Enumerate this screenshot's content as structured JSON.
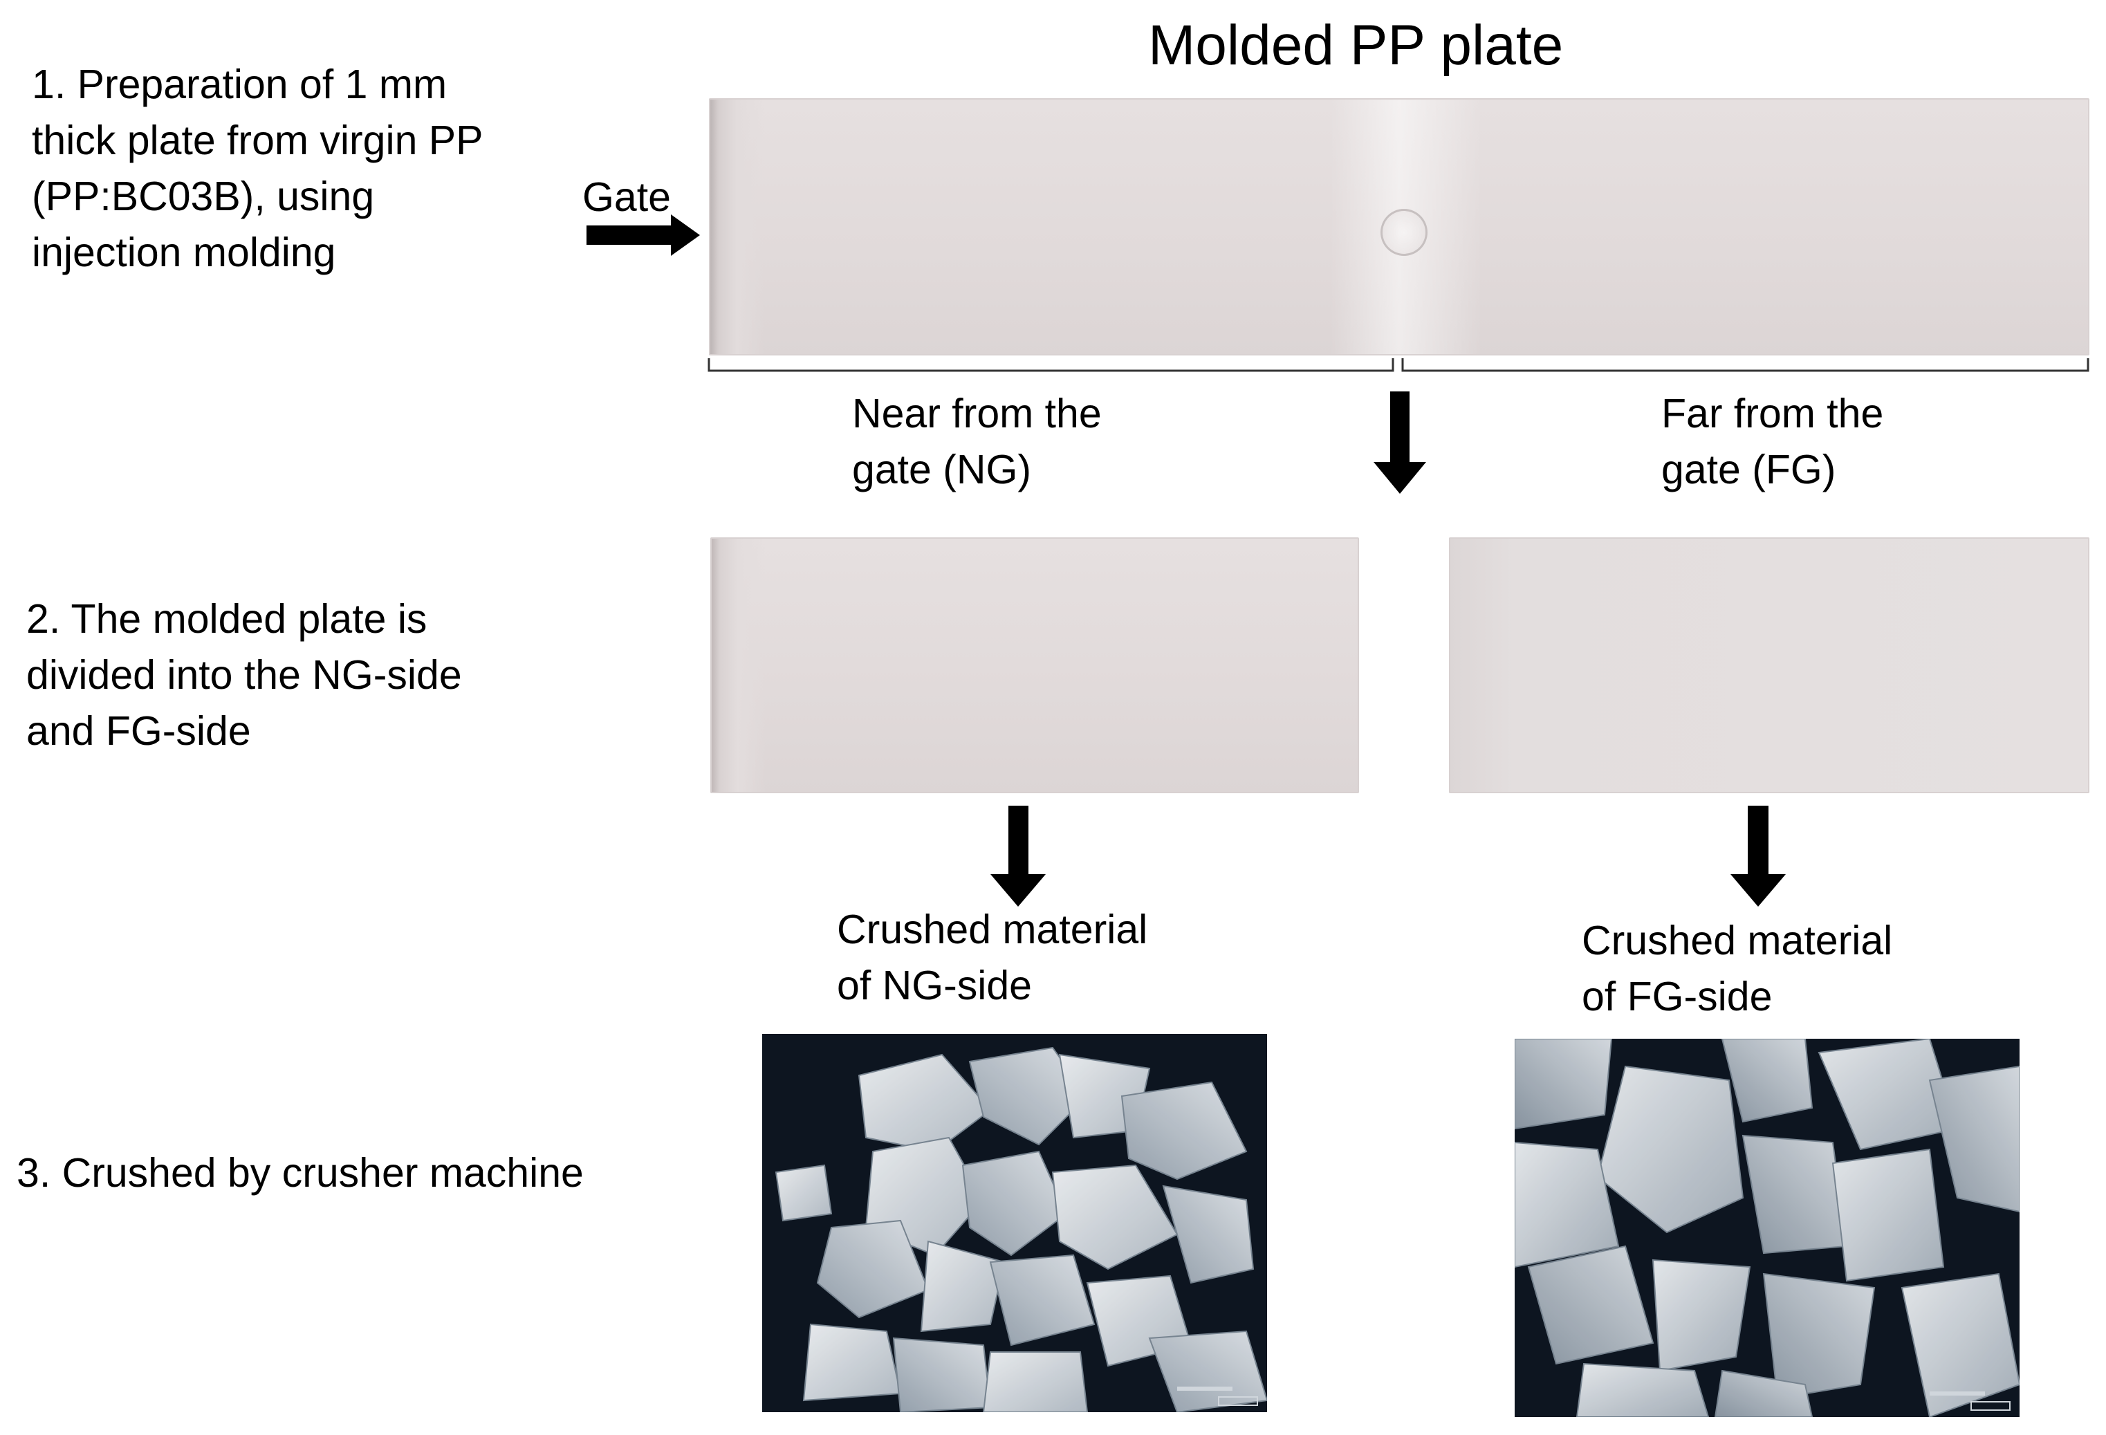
{
  "title": "Molded PP plate",
  "steps": {
    "step1": "1. Preparation of 1 mm\nthick plate from virgin PP\n(PP:BC03B), using\ninjection molding",
    "step2": "2. The molded plate is\ndivided into the NG-side\nand FG-side",
    "step3": "3. Crushed by crusher machine"
  },
  "gate_label": "Gate",
  "regions": {
    "near": "Near from the\ngate (NG)",
    "far": "Far from the\ngate (FG)"
  },
  "crushed": {
    "ng": "Crushed material\nof NG-side",
    "fg": "Crushed material\nof FG-side"
  },
  "colors": {
    "arrow": "#000000",
    "plate": "#e3dddd",
    "photo_background": "#0d1520",
    "fragments": "#e8ecef"
  }
}
